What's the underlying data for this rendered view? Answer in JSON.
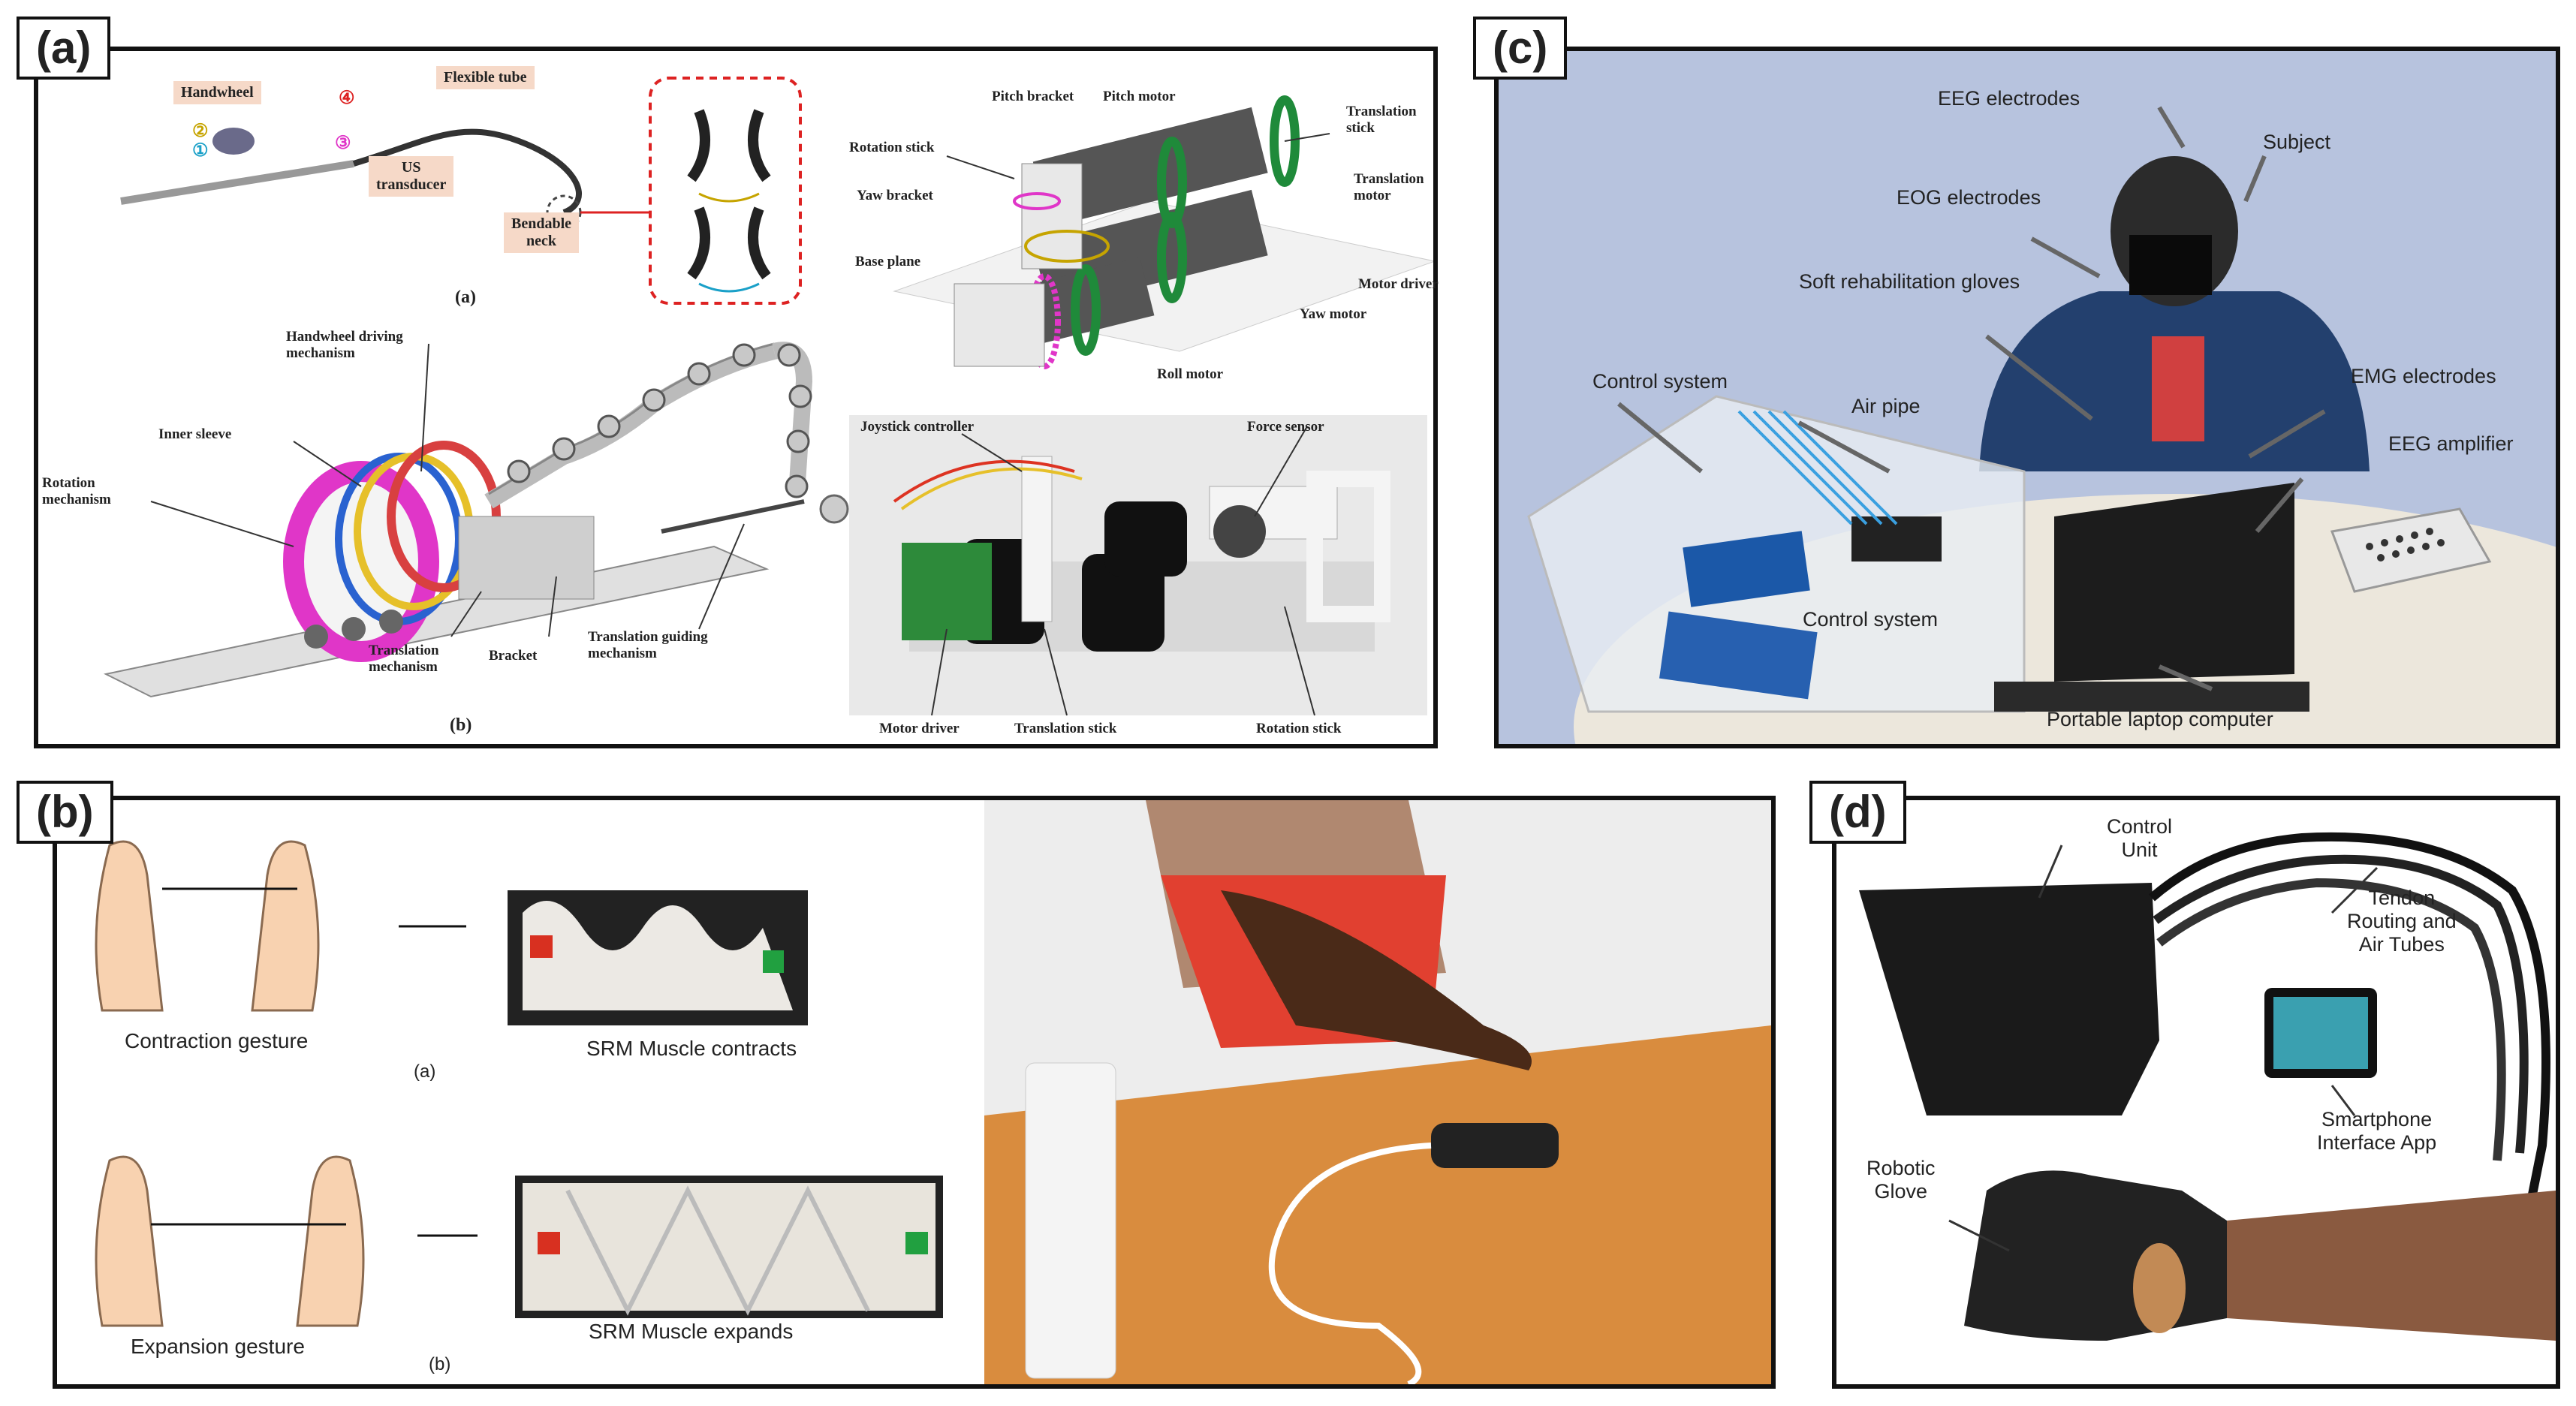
{
  "panels": {
    "a": {
      "tag": "(a)",
      "sub_a": "(a)",
      "sub_b": "(b)",
      "labels": {
        "handwheel": "Handwheel",
        "flexible_tube": "Flexible tube",
        "us_transducer": "US\ntransducer",
        "bendable_neck": "Bendable\nneck",
        "num1": "①",
        "num2": "②",
        "num3": "③",
        "num4": "④",
        "pitch_bracket": "Pitch bracket",
        "pitch_motor": "Pitch motor",
        "translation_stick_top": "Translation\nstick",
        "rotation_stick_top": "Rotation stick",
        "yaw_bracket": "Yaw bracket",
        "translation_motor": "Translation\nmotor",
        "base_plane": "Base plane",
        "motor_driver_top": "Motor driver",
        "yaw_motor": "Yaw motor",
        "roll_motor": "Roll motor",
        "handwheel_driving": "Handwheel driving\nmechanism",
        "inner_sleeve": "Inner sleeve",
        "rotation_mechanism": "Rotation\nmechanism",
        "translation_mechanism": "Translation\nmechanism",
        "bracket": "Bracket",
        "translation_guiding": "Translation guiding\nmechanism",
        "joystick_controller": "Joystick controller",
        "force_sensor": "Force sensor",
        "motor_driver": "Motor driver",
        "translation_stick": "Translation stick",
        "rotation_stick": "Rotation stick"
      }
    },
    "b": {
      "tag": "(b)",
      "contraction_gesture": "Contraction gesture",
      "srm_contracts": "SRM Muscle contracts",
      "sub_a": "(a)",
      "expansion_gesture": "Expansion gesture",
      "srm_expands": "SRM Muscle expands",
      "sub_b": "(b)"
    },
    "c": {
      "tag": "(c)",
      "eeg_electrodes": "EEG electrodes",
      "subject": "Subject",
      "eog_electrodes": "EOG electrodes",
      "soft_gloves": "Soft rehabilitation gloves",
      "control_system_1": "Control system",
      "air_pipe": "Air pipe",
      "emg_electrodes": "EMG electrodes",
      "eeg_amplifier": "EEG amplifier",
      "control_system_2": "Control system",
      "laptop": "Portable laptop computer"
    },
    "d": {
      "tag": "(d)",
      "control_unit": "Control\nUnit",
      "tendon": "Tendon\nRouting and\nAir Tubes",
      "smartphone": "Smartphone\nInterface App",
      "robotic_glove": "Robotic\nGlove"
    }
  },
  "colors": {
    "border": "#111111",
    "label_box": "#f6d9c8",
    "wall_blue": "#b9c4de",
    "table_orange": "#d98c3e",
    "magenta": "#e036c8",
    "green_gear": "#1f8a3a"
  }
}
